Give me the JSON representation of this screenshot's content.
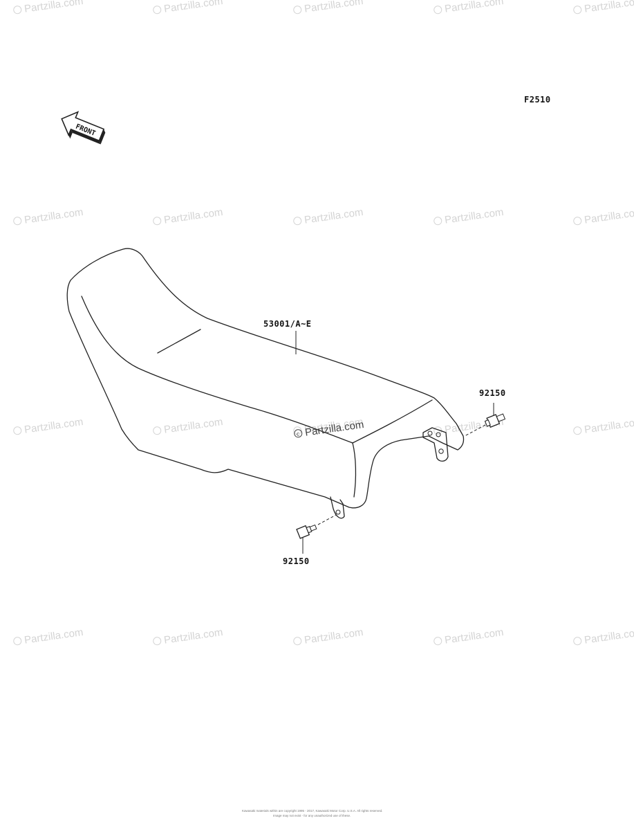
{
  "diagram": {
    "code": "F2510",
    "front_arrow": "FRONT",
    "parts": [
      {
        "number": "53001/A~E",
        "name": "seat"
      },
      {
        "number": "92150",
        "name": "bolt-rear"
      },
      {
        "number": "92150",
        "name": "bolt-lower"
      }
    ]
  },
  "watermark": {
    "text": "Partzilla.com",
    "center_text": "Partzilla.com"
  },
  "footer": {
    "line1": "Kawasaki materials within are copyright 1995 - 2017, Kawasaki Motor Corp. U.S.A. All rights reserved.",
    "line2": "Image may not exist - for any unauthorized use of these."
  },
  "colors": {
    "line": "#222222",
    "watermark": "#d4d4d4",
    "background": "#ffffff"
  }
}
